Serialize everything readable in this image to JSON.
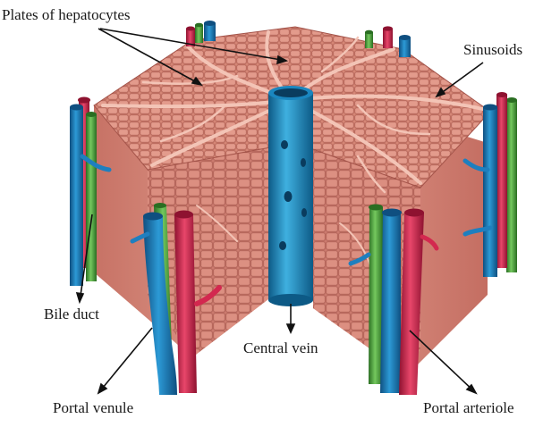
{
  "labels": {
    "plates": "Plates of hepatocytes",
    "sinusoids": "Sinusoids",
    "bile_duct": "Bile duct",
    "central_vein": "Central vein",
    "portal_venule": "Portal venule",
    "portal_arteriole": "Portal arteriole"
  },
  "colors": {
    "tissue": "#d98a7c",
    "tissue_dark": "#b35d52",
    "tissue_light": "#efb2a6",
    "sinusoid": "#f3c4b6",
    "vein_blue": "#1e7fbf",
    "vein_dark": "#0f4f80",
    "artery_red": "#d3284f",
    "bile_green": "#4aa83c"
  }
}
